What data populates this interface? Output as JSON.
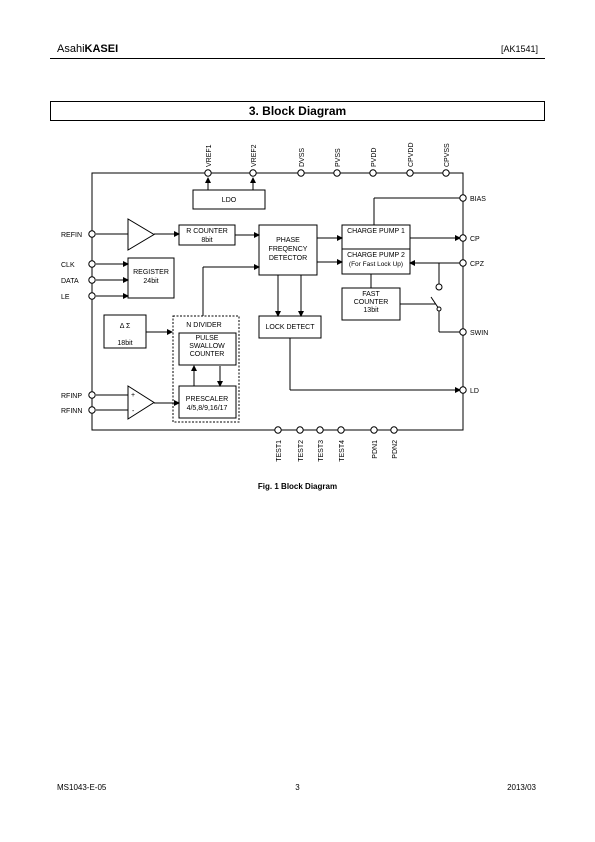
{
  "header": {
    "brand_prefix": "Asahi",
    "brand_name": "KASEI",
    "doc_id": "[AK1541]"
  },
  "section": {
    "title": "3.   Block Diagram"
  },
  "diagram": {
    "top_pins": [
      "VREF1",
      "VREF2",
      "DVSS",
      "PVSS",
      "PVDD",
      "CPVDD",
      "CPVSS"
    ],
    "left_pins": [
      "REFIN",
      "CLK",
      "DATA",
      "LE",
      "RFINP",
      "RFINN"
    ],
    "right_pins": [
      "BIAS",
      "CP",
      "CPZ",
      "SWIN",
      "LD"
    ],
    "bottom_pins": [
      "TEST1",
      "TEST2",
      "TEST3",
      "TEST4",
      "PDN1",
      "PDN2"
    ],
    "blocks": {
      "ldo": "LDO",
      "r_counter": [
        "R COUNTER",
        "8bit"
      ],
      "register": [
        "REGISTER",
        "24bit"
      ],
      "pfd": [
        "PHASE",
        "FREQENCY",
        "DETECTOR"
      ],
      "cp1": "CHARGE PUMP 1",
      "cp2": [
        "CHARGE PUMP 2",
        "(For Fast Lock Up)"
      ],
      "fast_counter": [
        "FAST",
        "COUNTER",
        "13bit"
      ],
      "delta_sigma": [
        "Δ Σ",
        "18bit"
      ],
      "n_divider": "N DIVIDER",
      "pulse_swallow": [
        "PULSE",
        "SWALLOW",
        "COUNTER"
      ],
      "prescaler": [
        "PRESCALER",
        "4/5,8/9,16/17"
      ],
      "lock_detect": "LOCK DETECT",
      "amp_plus": "+",
      "amp_minus": "-"
    }
  },
  "caption": "Fig. 1 Block Diagram",
  "footer": {
    "left": "MS1043-E-05",
    "page": "3",
    "date": "2013/03"
  }
}
